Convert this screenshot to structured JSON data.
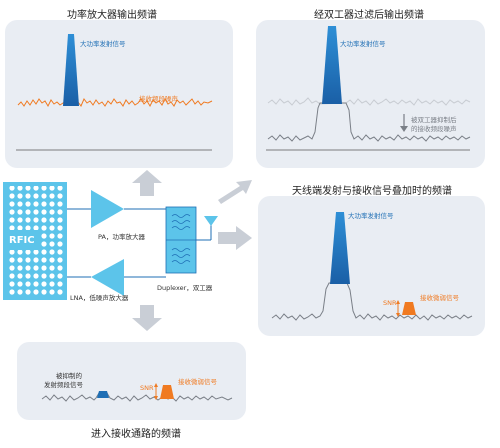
{
  "titles": {
    "pa_out": "功率放大器输出频谱",
    "dup_out": "经双工器过滤后输出频谱",
    "ant": "天线端发射与接收信号叠加时的频谱",
    "rx": "进入接收通路的频谱"
  },
  "labels": {
    "tx_signal": "大功率发射信号",
    "rx_noise": "接收频段噪声",
    "suppressed_noise_l1": "被双工器抑制后",
    "suppressed_noise_l2": "的接收频段噪声",
    "tx_signal_ant": "大功率发射信号",
    "snr": "SNR",
    "weak_rx": "接收微弱信号",
    "suppressed_tx_l1": "被抑制的",
    "suppressed_tx_l2": "发射频段信号",
    "snr_rx": "SNR",
    "weak_rx_rx": "接收微弱信号"
  },
  "blocks": {
    "rfic": "RFIC",
    "pa": "PA，功率放大器",
    "lna": "LNA，低噪声放大器",
    "duplexer": "Duplexer，双工器"
  },
  "colors": {
    "blue": "#1f6fb5",
    "orange": "#f07a21",
    "panel": "#e9edf3",
    "arrow": "#c9ced6",
    "block": "#5cc4ea"
  }
}
